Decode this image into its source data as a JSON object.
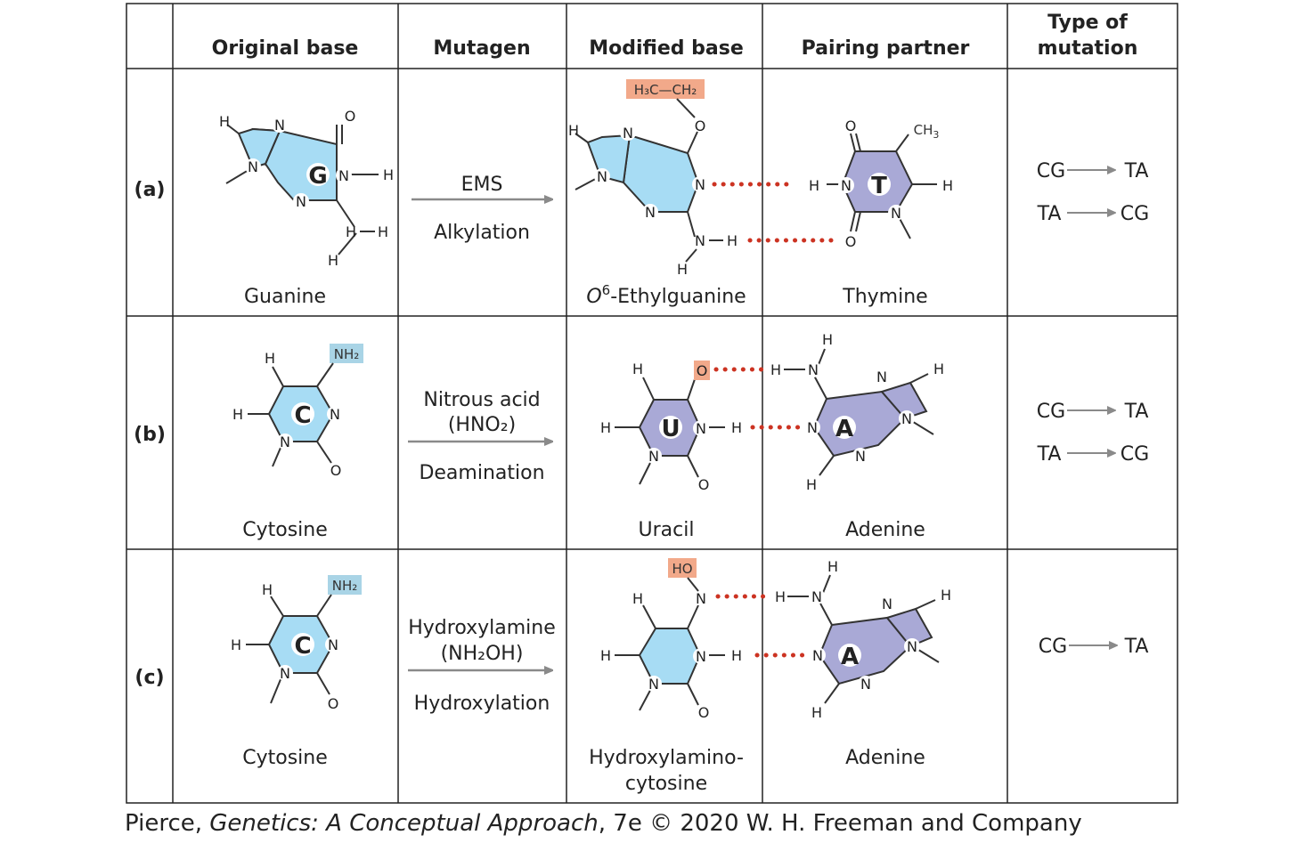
{
  "headers": {
    "original_base": "Original base",
    "mutagen": "Mutagen",
    "modified_base": "Modified base",
    "pairing_partner": "Pairing partner",
    "type_line1": "Type of",
    "type_line2": "mutation"
  },
  "rows": [
    {
      "label": "(a)",
      "original": "Guanine",
      "original_letter": "G",
      "mutagen_name": "EMS",
      "mutagen_formula": "",
      "process": "Alkylation",
      "modified_italic": "O",
      "modified_sup": "6",
      "modified": "-Ethylguanine",
      "modified_group": "H₃C—CH₂",
      "partner": "Thymine",
      "partner_letter": "T",
      "mutations": [
        [
          "CG",
          "TA"
        ],
        [
          "TA",
          "CG"
        ]
      ]
    },
    {
      "label": "(b)",
      "original": "Cytosine",
      "original_letter": "C",
      "original_group": "NH₂",
      "mutagen_name": "Nitrous acid",
      "mutagen_formula": "(HNO₂)",
      "process": "Deamination",
      "modified": "Uracil",
      "modified_letter": "U",
      "modified_group": "O",
      "partner": "Adenine",
      "partner_letter": "A",
      "mutations": [
        [
          "CG",
          "TA"
        ],
        [
          "TA",
          "CG"
        ]
      ]
    },
    {
      "label": "(c)",
      "original": "Cytosine",
      "original_letter": "C",
      "original_group": "NH₂",
      "mutagen_name": "Hydroxylamine",
      "mutagen_formula": "(NH₂OH)",
      "process": "Hydroxylation",
      "modified_line1": "Hydroxylamino-",
      "modified_line2": "cytosine",
      "modified_group": "HO",
      "partner": "Adenine",
      "partner_letter": "A",
      "mutations": [
        [
          "CG",
          "TA"
        ]
      ]
    }
  ],
  "credit": {
    "author": "Pierce, ",
    "title": "Genetics: A Conceptual Approach",
    "rest": ", 7e © 2020 W. H. Freeman and Company"
  },
  "colors": {
    "purine_pyrimidine_blue": "#a7dcf4",
    "partner_purple": "#a9a9d6",
    "modified_group_highlight": "#f2a98a",
    "amine_highlight": "#a9d4e6",
    "hydrogen_bond": "#cc3322",
    "arrow": "#8a8a8a"
  }
}
